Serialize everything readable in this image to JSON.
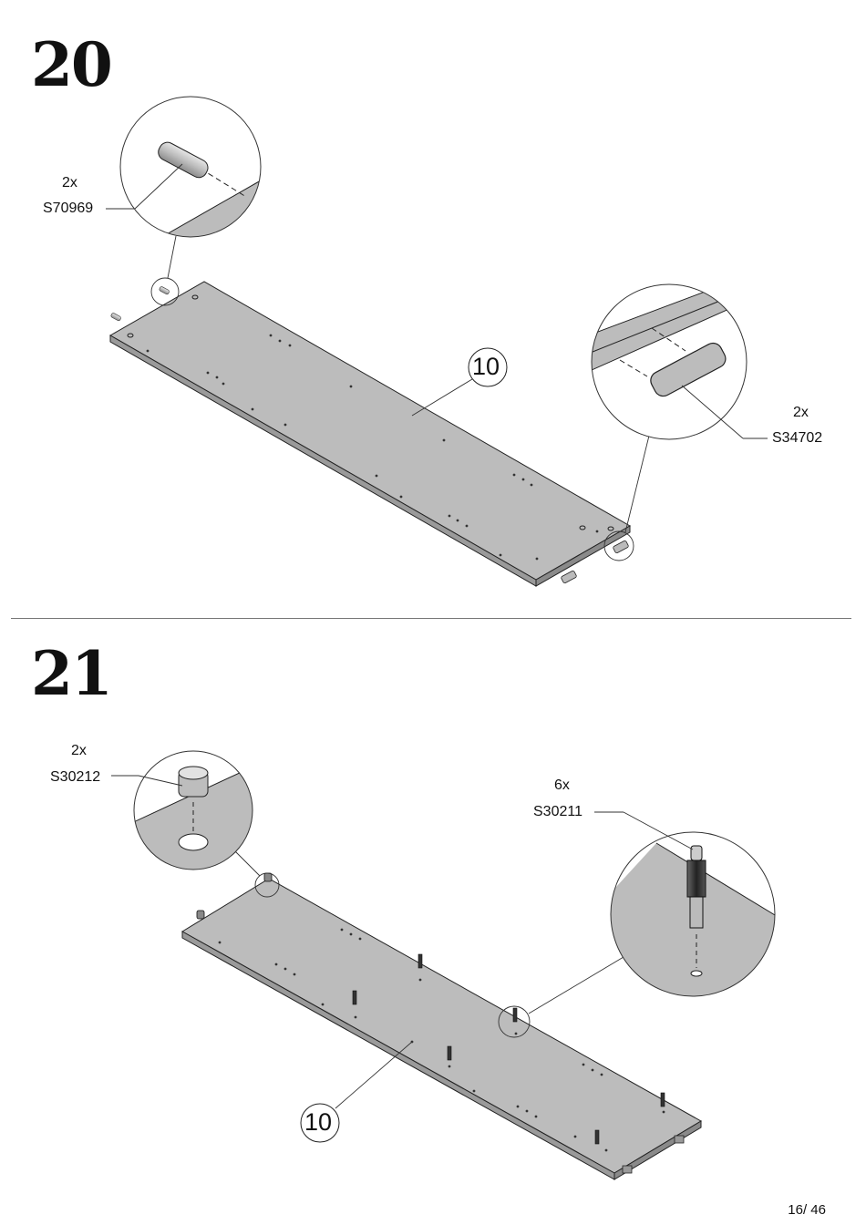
{
  "steps": [
    {
      "number": "20",
      "panel_label": "10",
      "parts": [
        {
          "qty": "2x",
          "code": "S70969"
        },
        {
          "qty": "2x",
          "code": "S34702"
        }
      ]
    },
    {
      "number": "21",
      "panel_label": "10",
      "parts": [
        {
          "qty": "2x",
          "code": "S30212"
        },
        {
          "qty": "6x",
          "code": "S30211"
        }
      ]
    }
  ],
  "page_number": "16/ 46"
}
